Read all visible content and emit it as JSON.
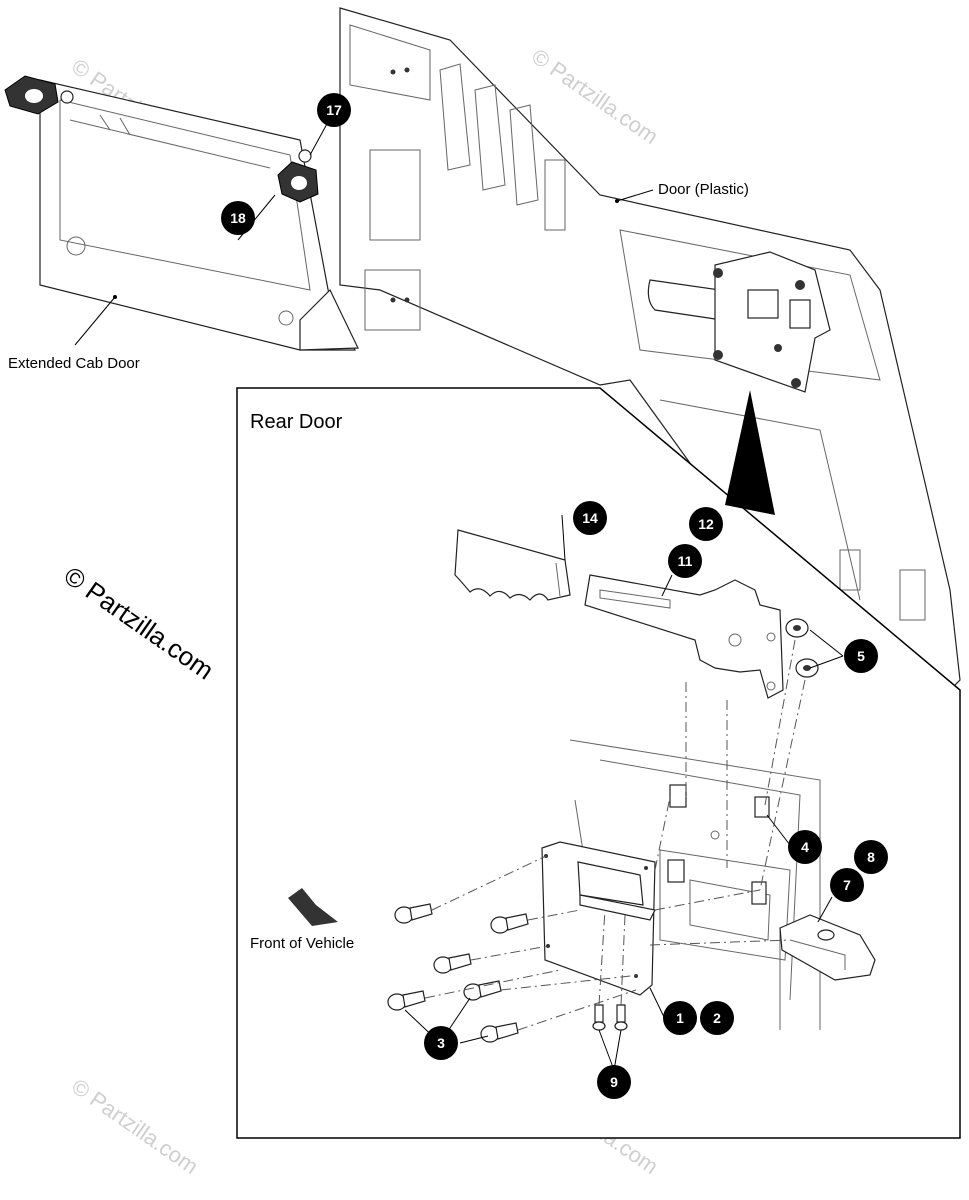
{
  "labels": {
    "door_plastic": "Door (Plastic)",
    "extended_cab_door": "Extended Cab Door",
    "rear_door": "Rear Door",
    "front_of_vehicle": "Front of Vehicle"
  },
  "watermark": "© Partzilla.com",
  "callouts": {
    "c1": "1",
    "c2": "2",
    "c3": "3",
    "c4": "4",
    "c5": "5",
    "c7": "7",
    "c8": "8",
    "c9": "9",
    "c11": "11",
    "c12": "12",
    "c14": "14",
    "c17": "17",
    "c18": "18"
  }
}
